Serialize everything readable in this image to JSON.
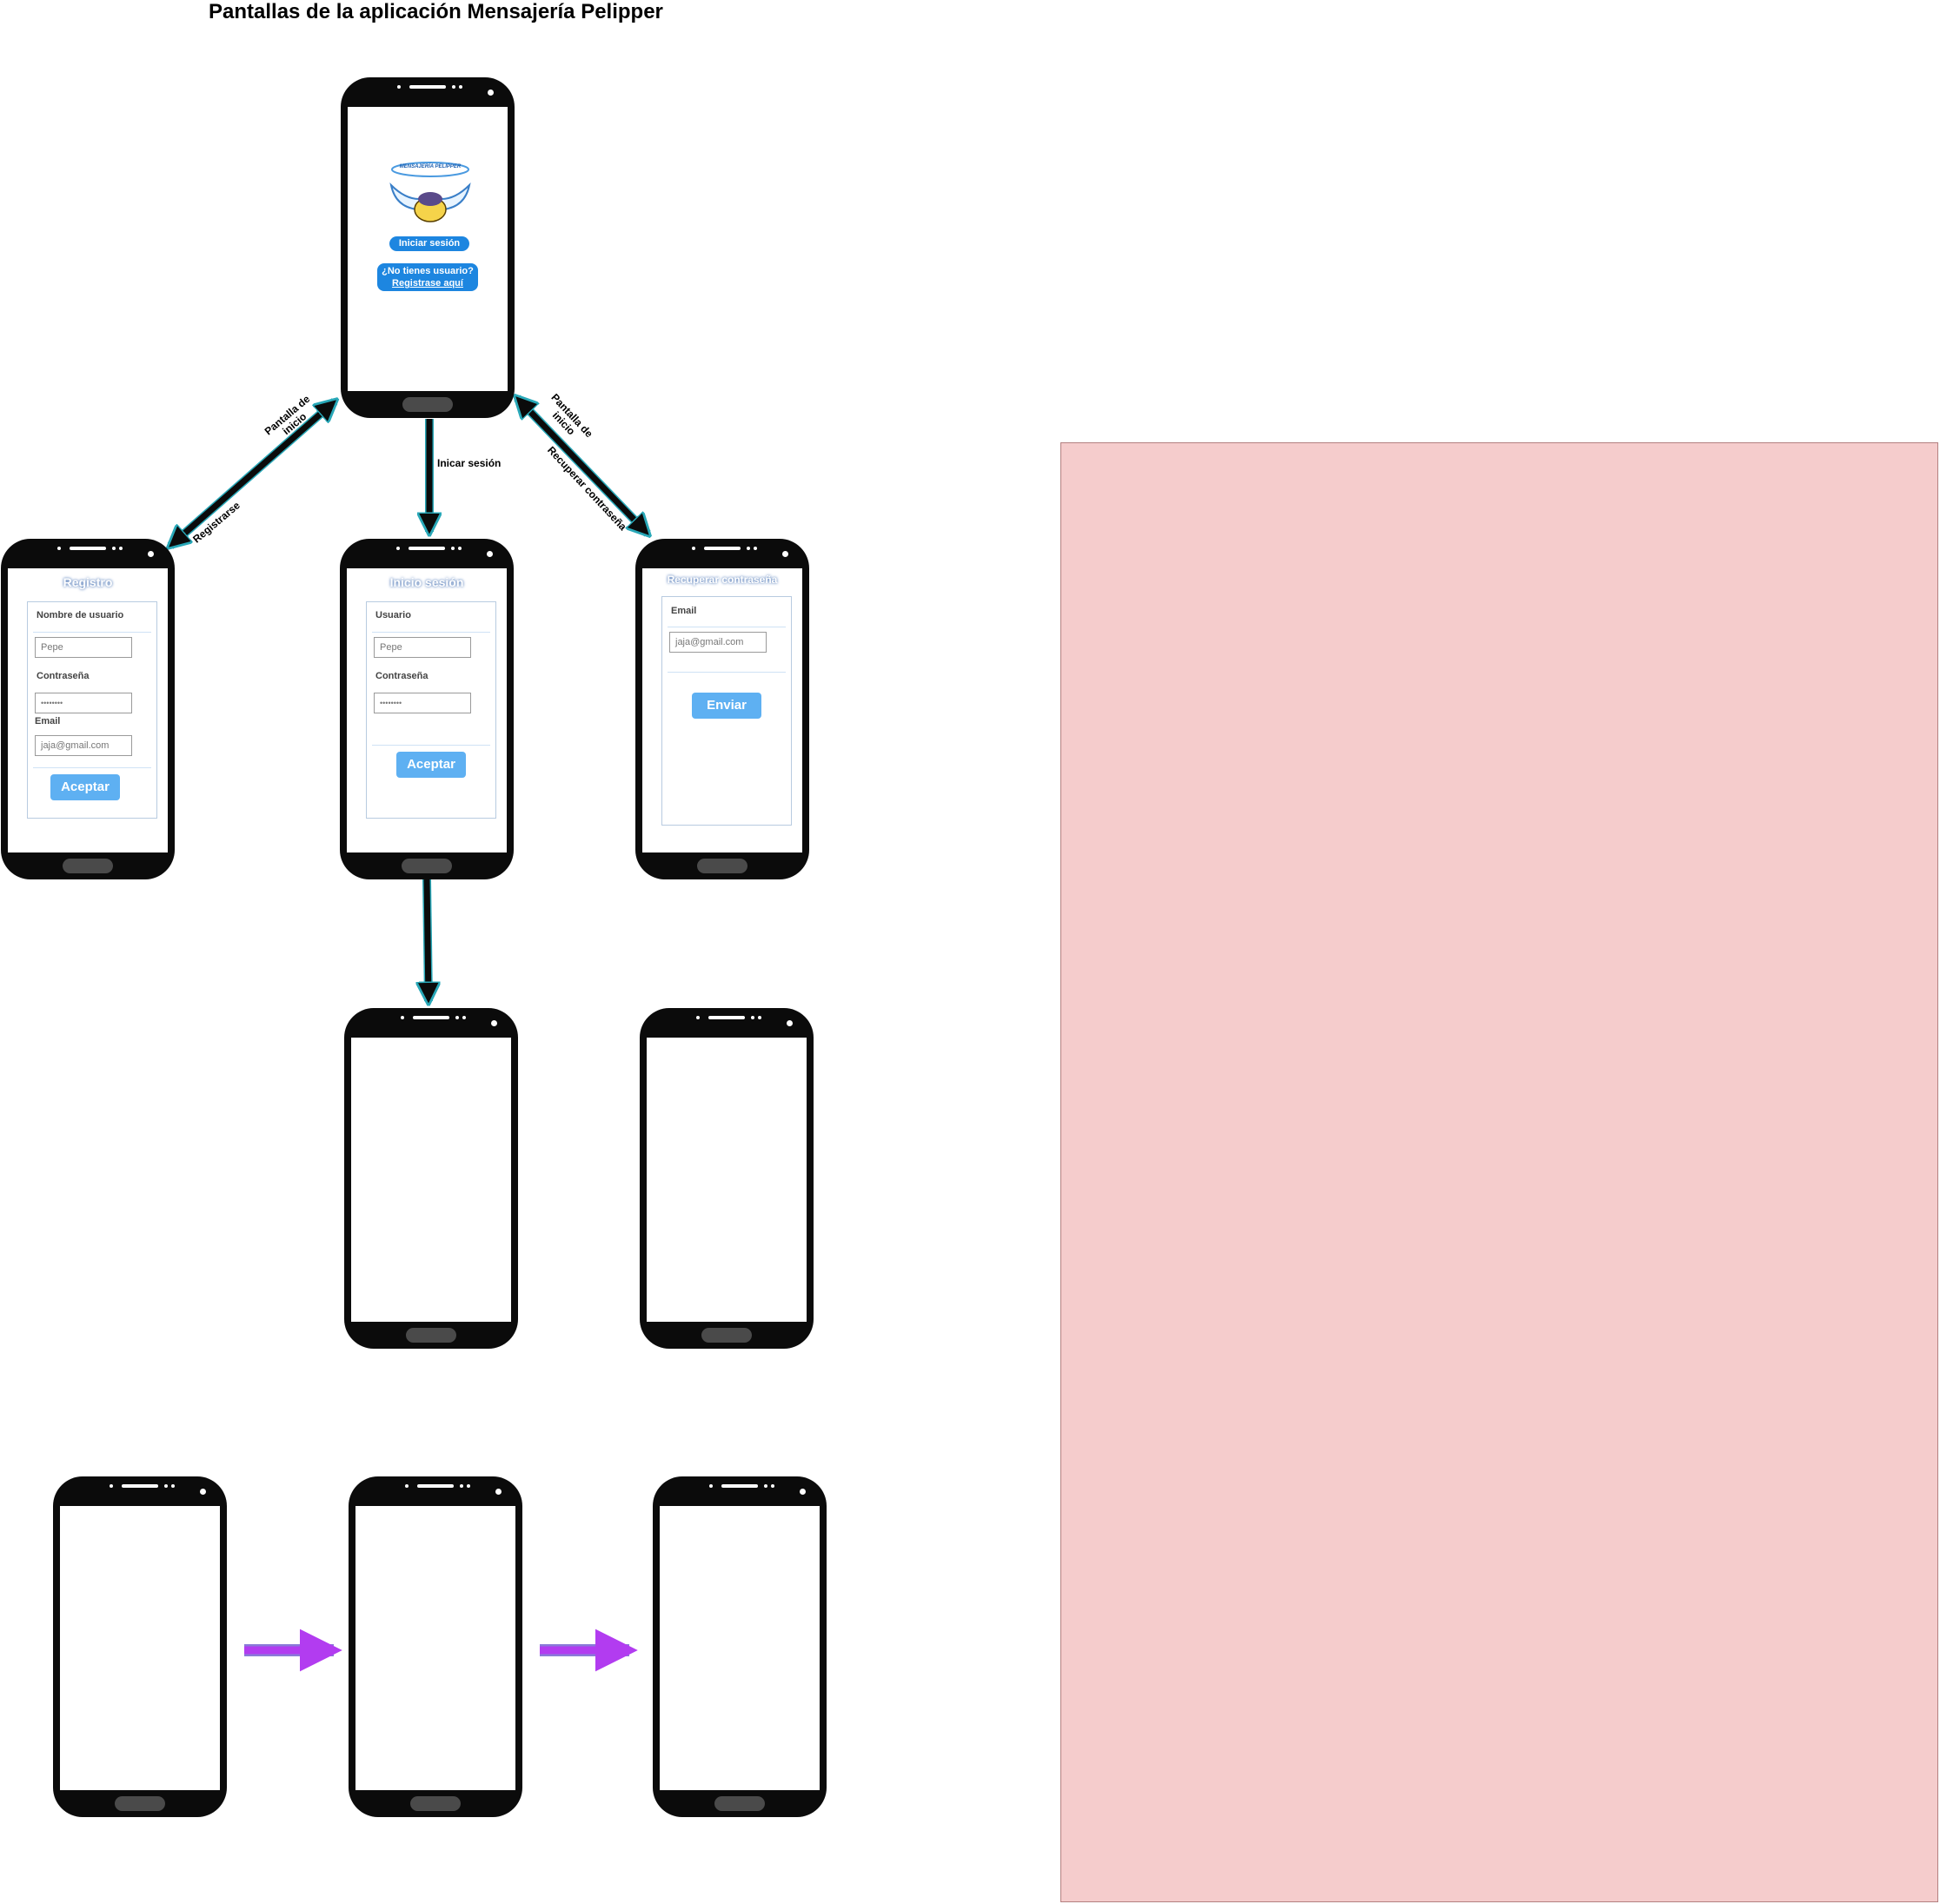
{
  "title": "Pantallas de la aplicación Mensajería Pelipper",
  "home": {
    "logo_text": "MENSAJERÍA PELIPPER",
    "login_button": "Iniciar sesión",
    "no_user_text": "¿No tienes usuario?",
    "register_link": "Registrase aquí"
  },
  "register_screen": {
    "title": "Registro",
    "username_label": "Nombre de usuario",
    "username_value": "Pepe",
    "password_label": "Contraseña",
    "password_value": "••••••••",
    "email_label": "Email",
    "email_value": "jaja@gmail.com",
    "accept_button": "Aceptar"
  },
  "login_screen": {
    "title": "Inicio sesión",
    "user_label": "Usuario",
    "user_value": "Pepe",
    "password_label": "Contraseña",
    "password_value": "••••••••",
    "accept_button": "Aceptar"
  },
  "recover_screen": {
    "title": "Recuperar contraseña",
    "email_label": "Email",
    "email_value": "jaja@gmail.com",
    "send_button": "Enviar"
  },
  "edges": {
    "to_home_left": "Pantalla de inicio",
    "to_register": "Registrarse",
    "to_login": "Inicar sesión",
    "to_home_right": "Pantalla de inicio",
    "to_recover": "Recuperar contraseña"
  },
  "colors": {
    "edge_arrow": "#0b0b0b",
    "edge_outline": "#29a8b8",
    "flow_arrow": "#b23cf0",
    "panel": "#f5cccc",
    "button": "#5eb0f2"
  }
}
